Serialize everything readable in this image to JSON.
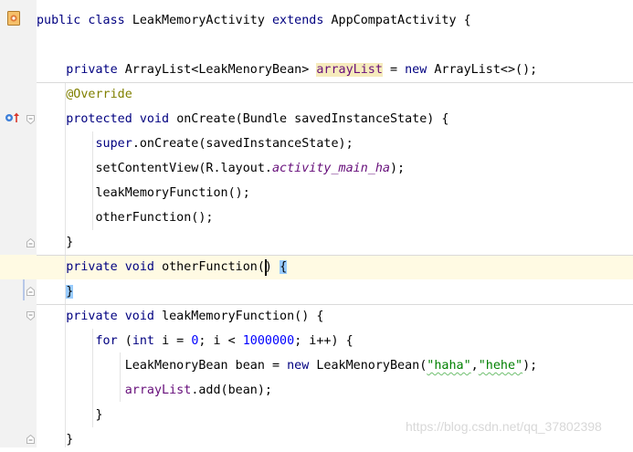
{
  "editor": {
    "lines": [
      [
        {
          "t": "public class ",
          "c": "kw"
        },
        {
          "t": "LeakMemoryActivity "
        },
        {
          "t": "extends ",
          "c": "kw"
        },
        {
          "t": "AppCompatActivity {"
        }
      ],
      [],
      [
        {
          "t": "    private ",
          "c": "kw"
        },
        {
          "t": "ArrayList<LeakMenoryBean> "
        },
        {
          "t": "arrayList",
          "c": "fld hl-usage"
        },
        {
          "t": " = "
        },
        {
          "t": "new ",
          "c": "kw"
        },
        {
          "t": "ArrayList<>();"
        }
      ],
      [
        {
          "t": "    @Override",
          "c": "ann"
        }
      ],
      [
        {
          "t": "    protected void ",
          "c": "kw"
        },
        {
          "t": "onCreate(Bundle savedInstanceState) {"
        }
      ],
      [
        {
          "t": "        super",
          "c": "kw"
        },
        {
          "t": ".onCreate(savedInstanceState);"
        }
      ],
      [
        {
          "t": "        setContentView(R.layout."
        },
        {
          "t": "activity_main_ha",
          "c": "fld-italic"
        },
        {
          "t": ");"
        }
      ],
      [
        {
          "t": "        leakMemoryFunction();"
        }
      ],
      [
        {
          "t": "        otherFunction();"
        }
      ],
      [
        {
          "t": "    }"
        }
      ],
      [
        {
          "t": "    private void ",
          "c": "kw"
        },
        {
          "t": "otherFunction() "
        },
        {
          "t": "{",
          "c": "brace-match"
        }
      ],
      [
        {
          "t": "    "
        },
        {
          "t": "}",
          "c": "brace-match"
        }
      ],
      [
        {
          "t": "    private void ",
          "c": "kw"
        },
        {
          "t": "leakMemoryFunction() {"
        }
      ],
      [
        {
          "t": "        for ",
          "c": "kw"
        },
        {
          "t": "("
        },
        {
          "t": "int ",
          "c": "kw"
        },
        {
          "t": "i = "
        },
        {
          "t": "0",
          "c": "num"
        },
        {
          "t": "; i < "
        },
        {
          "t": "1000000",
          "c": "num"
        },
        {
          "t": "; i++) {"
        }
      ],
      [
        {
          "t": "            LeakMenoryBean bean = "
        },
        {
          "t": "new ",
          "c": "kw"
        },
        {
          "t": "LeakMenoryBean("
        },
        {
          "t": "\"haha\"",
          "c": "str typo"
        },
        {
          "t": ","
        },
        {
          "t": "\"hehe\"",
          "c": "str typo"
        },
        {
          "t": ");"
        }
      ],
      [
        {
          "t": "            "
        },
        {
          "t": "arrayList",
          "c": "fld"
        },
        {
          "t": ".add(bean);"
        }
      ],
      [
        {
          "t": "        }"
        }
      ],
      [
        {
          "t": "    }"
        }
      ]
    ]
  },
  "watermark": "https://blog.csdn.net/qq_37802398",
  "gutter_icons": {
    "class_icon": "class-file-icon",
    "override_icon": "overrides-method-icon",
    "fold_icon": "fold-marker-icon"
  },
  "colors": {
    "keyword": "#000080",
    "field": "#660e7a",
    "number": "#0000ff",
    "string": "#008000",
    "annotation": "#808000",
    "current_line": "#fffae3",
    "brace_match": "#99ccff",
    "usage_highlight": "#f6ebbc"
  }
}
